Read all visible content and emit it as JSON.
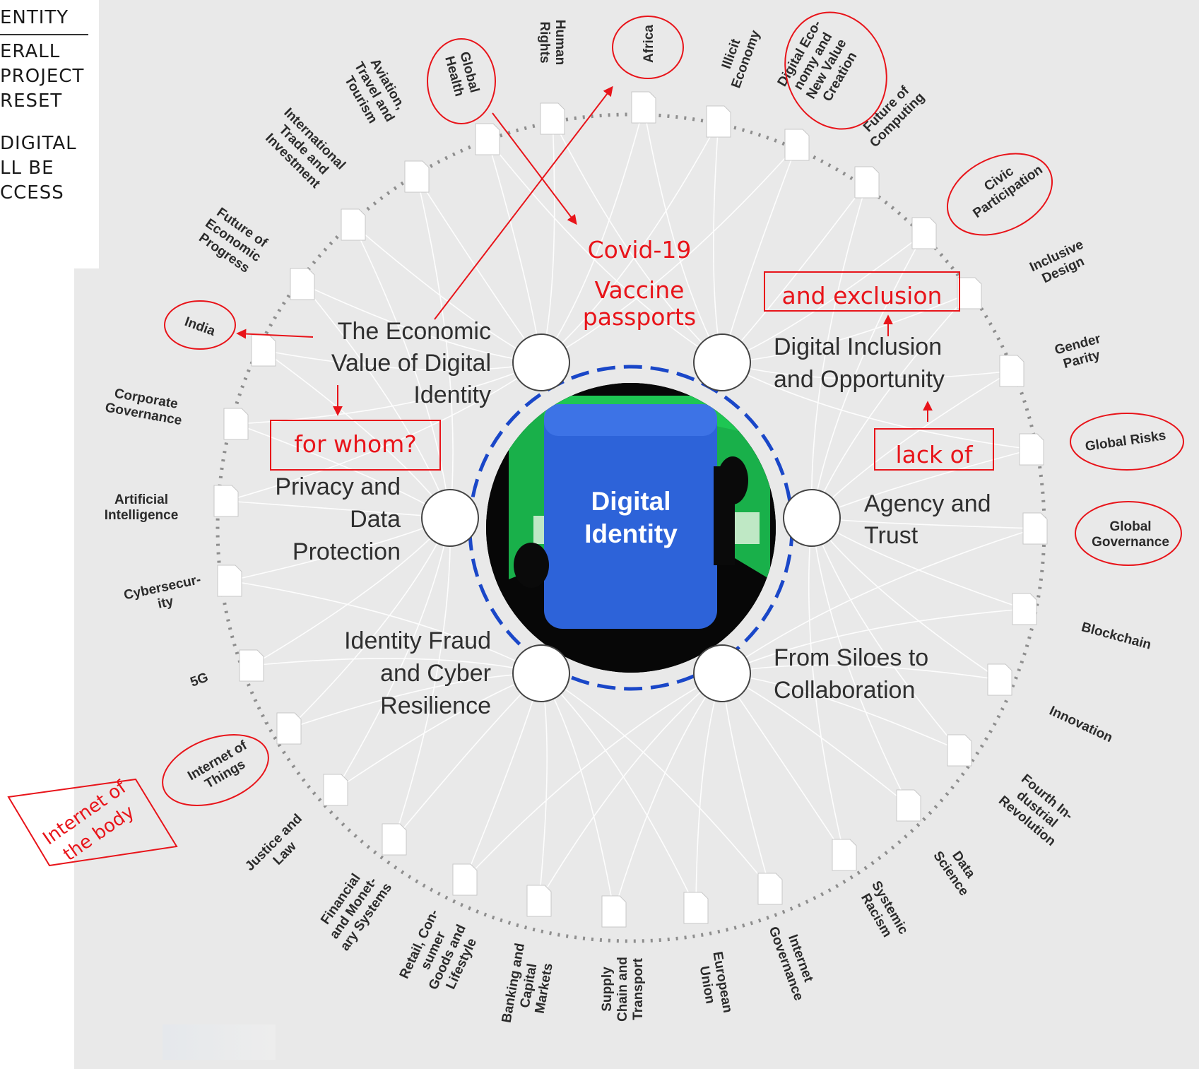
{
  "corner_text": {
    "lines": [
      "ENTITY",
      "ERALL",
      "PROJECT",
      "RESET",
      "DIGITAL",
      "LL BE",
      "CCESS"
    ]
  },
  "center": {
    "title_line1": "Digital",
    "title_line2": "Identity"
  },
  "themes": {
    "economic_value": [
      "The Economic",
      "Value of Digital",
      "Identity"
    ],
    "digital_inclusion": [
      "Digital Inclusion",
      "and Opportunity"
    ],
    "privacy": [
      "Privacy and",
      "Data",
      "Protection"
    ],
    "agency": [
      "Agency and",
      "Trust"
    ],
    "fraud": [
      "Identity Fraud",
      "and Cyber",
      "Resilience"
    ],
    "siloes": [
      "From Siloes to",
      "Collaboration"
    ]
  },
  "topics": [
    {
      "id": "human-rights",
      "lines": [
        "Human",
        "Rights"
      ]
    },
    {
      "id": "africa",
      "lines": [
        "Africa"
      ]
    },
    {
      "id": "illicit-economy",
      "lines": [
        "Illicit",
        "Economy"
      ]
    },
    {
      "id": "digital-economy",
      "lines": [
        "Digital Eco-",
        "nomy and",
        "New Value",
        "Creation"
      ]
    },
    {
      "id": "future-of-computing",
      "lines": [
        "Future of",
        "Computing"
      ]
    },
    {
      "id": "civic-participation",
      "lines": [
        "Civic",
        "Participation"
      ]
    },
    {
      "id": "inclusive-design",
      "lines": [
        "Inclusive",
        "Design"
      ]
    },
    {
      "id": "gender-parity",
      "lines": [
        "Gender",
        "Parity"
      ]
    },
    {
      "id": "global-risks",
      "lines": [
        "Global Risks"
      ]
    },
    {
      "id": "global-governance",
      "lines": [
        "Global",
        "Governance"
      ]
    },
    {
      "id": "blockchain",
      "lines": [
        "Blockchain"
      ]
    },
    {
      "id": "innovation",
      "lines": [
        "Innovation"
      ]
    },
    {
      "id": "fourth-industrial-revolution",
      "lines": [
        "Fourth In-",
        "dustrial",
        "Revolution"
      ]
    },
    {
      "id": "data-science",
      "lines": [
        "Data",
        "Science"
      ]
    },
    {
      "id": "systemic-racism",
      "lines": [
        "Systemic",
        "Racism"
      ]
    },
    {
      "id": "internet-governance",
      "lines": [
        "Internet",
        "Governance"
      ]
    },
    {
      "id": "european-union",
      "lines": [
        "European",
        "Union"
      ]
    },
    {
      "id": "supply-chain",
      "lines": [
        "Supply",
        "Chain and",
        "Transport"
      ]
    },
    {
      "id": "banking",
      "lines": [
        "Banking and",
        "Capital",
        "Markets"
      ]
    },
    {
      "id": "retail",
      "lines": [
        "Retail, Con-",
        "sumer",
        "Goods and",
        "Lifestyle"
      ]
    },
    {
      "id": "financial-systems",
      "lines": [
        "Financial",
        "and Monet-",
        "ary Systems"
      ]
    },
    {
      "id": "justice-law",
      "lines": [
        "Justice and",
        "Law"
      ]
    },
    {
      "id": "internet-of-things",
      "lines": [
        "Internet of",
        "Things"
      ]
    },
    {
      "id": "5g",
      "lines": [
        "5G"
      ]
    },
    {
      "id": "cybersecurity",
      "lines": [
        "Cybersecur-",
        "ity"
      ]
    },
    {
      "id": "artificial-intelligence",
      "lines": [
        "Artificial",
        "Intelligence"
      ]
    },
    {
      "id": "corporate-governance",
      "lines": [
        "Corporate",
        "Governance"
      ]
    },
    {
      "id": "india",
      "lines": [
        "India"
      ]
    },
    {
      "id": "future-economic-progress",
      "lines": [
        "Future of",
        "Economic",
        "Progress"
      ]
    },
    {
      "id": "international-trade",
      "lines": [
        "International",
        "Trade and",
        "Investment"
      ]
    },
    {
      "id": "aviation",
      "lines": [
        "Aviation,",
        "Travel and",
        "Tourism"
      ]
    },
    {
      "id": "global-health",
      "lines": [
        "Global",
        "Health"
      ]
    }
  ],
  "annotations": {
    "covid": [
      "Covid-19",
      "Vaccine",
      "passports"
    ],
    "and_exclusion": "and exclusion",
    "for_whom": "for whom?",
    "lack_of": "lack of",
    "internet_of_body": [
      "Internet of",
      "the body"
    ]
  },
  "colors": {
    "background": "#e9e9e9",
    "annotation_red": "#e8141a",
    "dashed_ring_blue": "#1a47c8",
    "center_blue": "#2d63d9",
    "center_green": "#1ec653"
  }
}
